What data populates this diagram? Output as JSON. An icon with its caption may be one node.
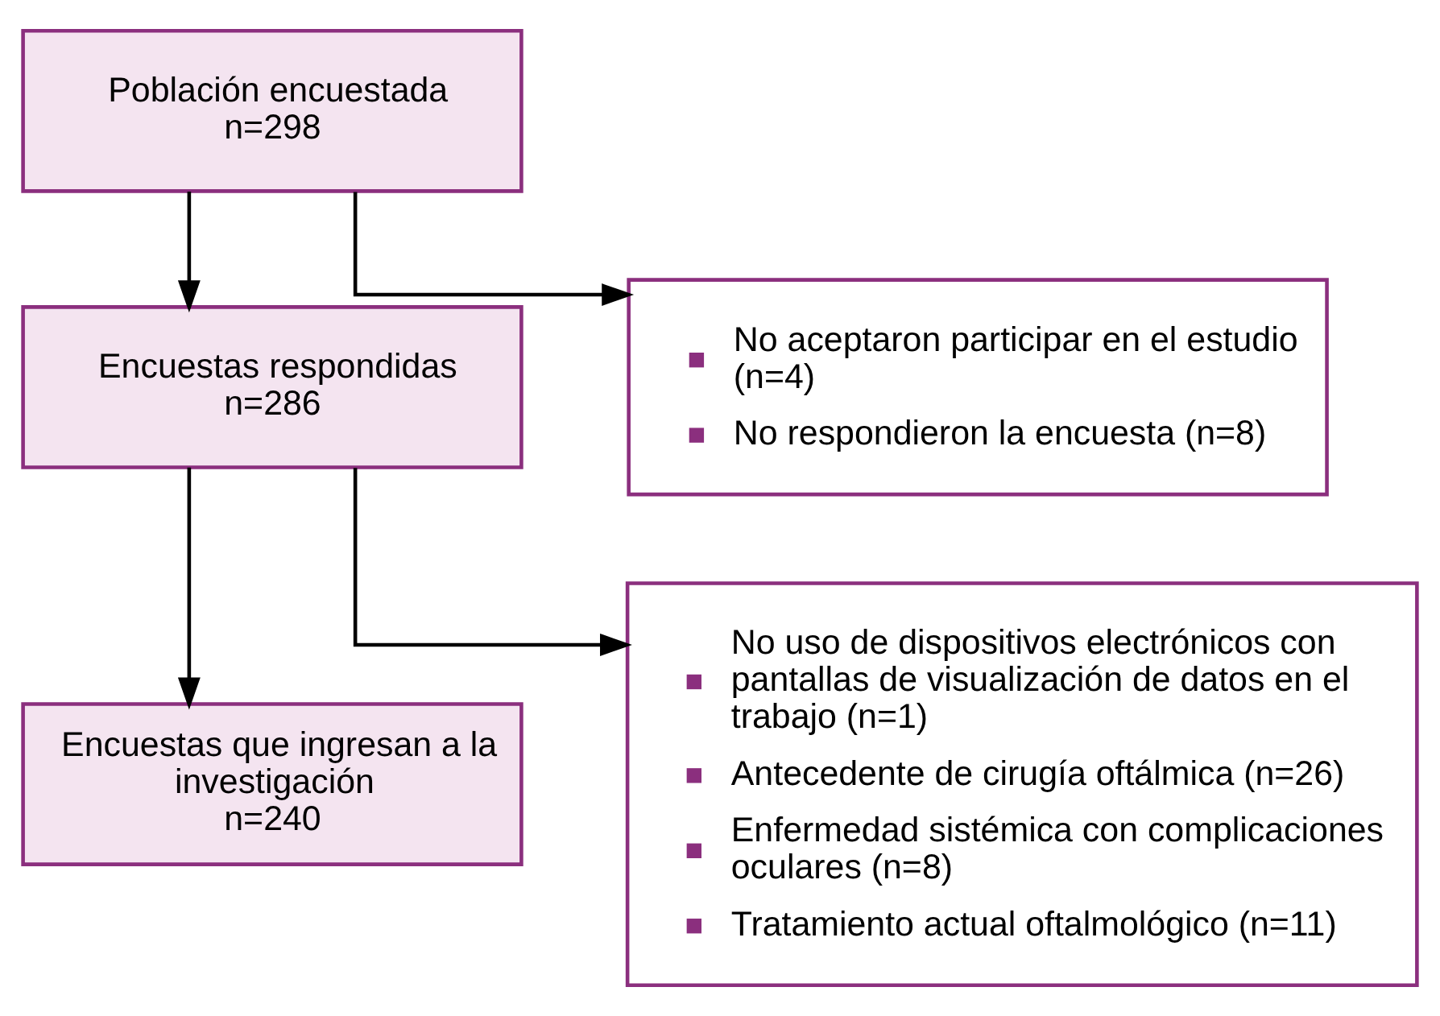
{
  "diagram": {
    "nodes": [
      {
        "text": [
          "Población encuestada",
          "n=298"
        ]
      },
      {
        "text": [
          "No aceptaron participar en el estudio (n=4)",
          "No respondieron la encuesta (n=8)"
        ]
      },
      {
        "text": [
          "Encuestas respondidas",
          "n=286"
        ]
      },
      {
        "text": [
          "No uso de dispositivos electrónicos con pantallas de visualización de datos en el trabajo (n=1)",
          "Antecedente de cirugía oftálmica (n=26)",
          "Enfermedad sistémica con complicaciones oculares (n=8)",
          "Tratamiento actual oftalmológico (n=11)"
        ]
      },
      {
        "text": [
          "Encuestas que ingresan a la investigación",
          "n=240"
        ]
      }
    ],
    "edges": [
      {
        "from": 0,
        "to": 1,
        "arrow": "to"
      },
      {
        "from": 0,
        "to": 2,
        "arrow": "to"
      },
      {
        "from": 2,
        "to": 3,
        "arrow": "to"
      },
      {
        "from": 2,
        "to": 4,
        "arrow": "to"
      }
    ]
  }
}
